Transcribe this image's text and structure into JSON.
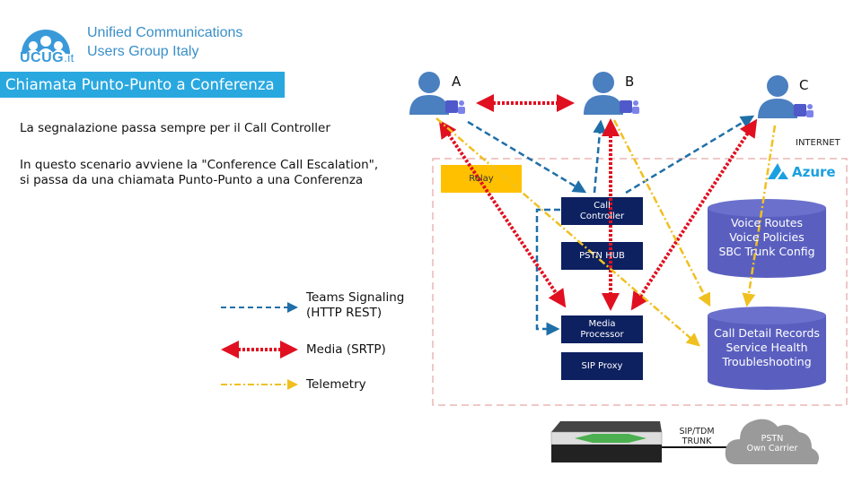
{
  "header": {
    "org_title_line1": "Unified Communications",
    "org_title_line2": "Users Group Italy",
    "logo_text": "UCUG",
    "logo_suffix": ".it",
    "slide_title": "Chiamata Punto-Punto a Conferenza",
    "accent_color": "#29a8e0"
  },
  "body": {
    "line1": "La segnalazione passa sempre per il Call Controller",
    "line2": "In questo scenario avviene la \"Conference Call Escalation\",",
    "line3": "si passa da una chiamata Punto-Punto a una Conferenza"
  },
  "legend": [
    {
      "label_line1": "Teams Signaling",
      "label_line2": "(HTTP REST)",
      "color": "#1f6fa8",
      "style": "dashed"
    },
    {
      "label_line1": "Media (SRTP)",
      "label_line2": "",
      "color": "#e01020",
      "style": "dotted-double-arrow"
    },
    {
      "label_line1": "Telemetry",
      "label_line2": "",
      "color": "#f0c020",
      "style": "dash-dot"
    }
  ],
  "diagram": {
    "users": [
      {
        "id": "A",
        "label": "A"
      },
      {
        "id": "B",
        "label": "B"
      },
      {
        "id": "C",
        "label": "C"
      }
    ],
    "internet_label": "INTERNET",
    "azure_label": "Azure",
    "relay_label": "Relay",
    "services": [
      {
        "line1": "Call",
        "line2": "Controller"
      },
      {
        "line1": "PSTN HUB",
        "line2": ""
      },
      {
        "line1": "Media",
        "line2": "Processor"
      },
      {
        "line1": "SIP Proxy",
        "line2": ""
      }
    ],
    "databases": [
      {
        "lines": [
          "Voice Routes",
          "Voice Policies",
          "SBC Trunk Config"
        ]
      },
      {
        "lines": [
          "Call Detail Records",
          "Service Health",
          "Troubleshooting"
        ]
      }
    ],
    "trunk_label_line1": "SIP/TDM",
    "trunk_label_line2": "TRUNK",
    "pstn_line1": "PSTN",
    "pstn_line2": "Own Carrier",
    "colors": {
      "signaling": "#1f6fa8",
      "media": "#e01020",
      "telemetry": "#f0c020",
      "service_box": "#0d2060",
      "database": "#5a5fbf",
      "user": "#4a7fc0",
      "teams": "#5059c9",
      "relay": "#ffc000",
      "boundary": "#e09090"
    }
  }
}
